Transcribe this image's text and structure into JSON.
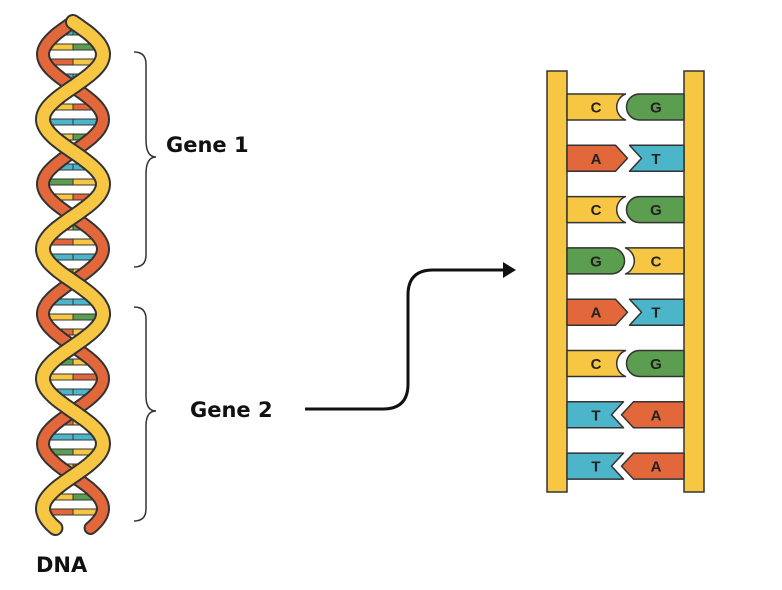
{
  "labels": {
    "gene1": "Gene 1",
    "gene2": "Gene 2",
    "dna": "DNA"
  },
  "colors": {
    "backbone": "#F7C744",
    "outline": "#333333",
    "strand_inner": "#E2683C",
    "A": "#E2683C",
    "T": "#4DB5C9",
    "C": "#F7C744",
    "G": "#5C9E4F"
  },
  "base_pairs": [
    {
      "left": "C",
      "right": "G"
    },
    {
      "left": "A",
      "right": "T"
    },
    {
      "left": "C",
      "right": "G"
    },
    {
      "left": "G",
      "right": "C"
    },
    {
      "left": "A",
      "right": "T"
    },
    {
      "left": "C",
      "right": "G"
    },
    {
      "left": "T",
      "right": "A"
    },
    {
      "left": "T",
      "right": "A"
    }
  ]
}
